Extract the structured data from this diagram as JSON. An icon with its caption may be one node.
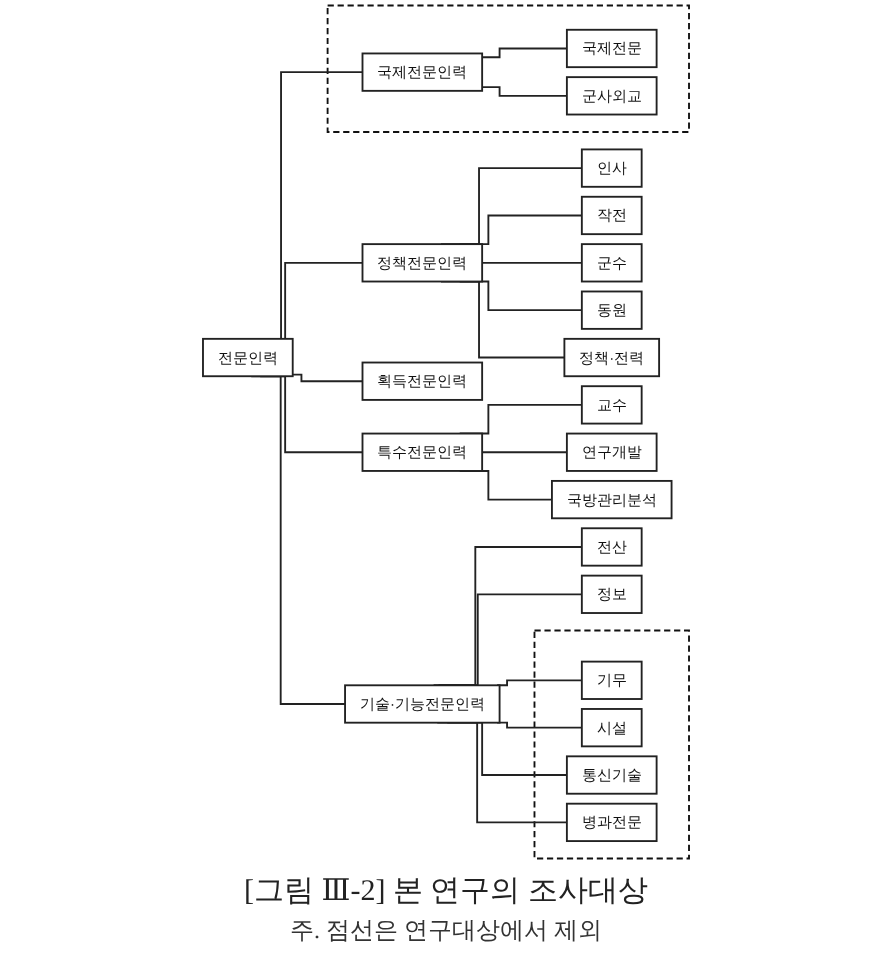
{
  "diagram": {
    "caption": "[그림 Ⅲ-2] 본 연구의 조사대상",
    "nodes": [
      {
        "text": [
          "전문인력"
        ]
      },
      {
        "text": [
          "정책전문인력"
        ]
      },
      {
        "text": [
          "인사"
        ]
      },
      {
        "text": [
          "작전"
        ]
      },
      {
        "text": [
          "군수"
        ]
      },
      {
        "text": [
          "동원"
        ]
      },
      {
        "text": [
          "정책·전력"
        ]
      },
      {
        "text": [
          "특수전문인력"
        ]
      },
      {
        "text": [
          "교수"
        ]
      },
      {
        "text": [
          "연구개발"
        ]
      },
      {
        "text": [
          "국방관리분석"
        ]
      },
      {
        "text": [
          "기술·기능전문인력"
        ]
      },
      {
        "text": [
          "전산"
        ]
      },
      {
        "text": [
          "정보"
        ]
      },
      {
        "text": [],
        "shape": "box"
      },
      {
        "text": [
          "기무"
        ],
        "in": 14
      },
      {
        "text": [
          "시설"
        ],
        "in": 14
      },
      {
        "text": [
          "통신기술"
        ],
        "in": 14
      },
      {
        "text": [
          "병과전문"
        ],
        "in": 14
      },
      {
        "text": [],
        "shape": "box"
      },
      {
        "text": [
          "국제전문인력"
        ],
        "in": 19
      },
      {
        "text": [
          "국제전문"
        ],
        "in": 19
      },
      {
        "text": [
          "군사외교"
        ],
        "in": 19
      },
      {
        "text": [
          "획득전문인력"
        ]
      }
    ],
    "edges": [
      {
        "from": 0,
        "to": 1,
        "arrow": "none"
      },
      {
        "from": 0,
        "to": 7,
        "arrow": "none"
      },
      {
        "from": 0,
        "to": 11,
        "arrow": "none"
      },
      {
        "from": 0,
        "to": 20,
        "arrow": "none"
      },
      {
        "from": 0,
        "to": 23,
        "arrow": "none"
      },
      {
        "from": 1,
        "to": 2,
        "arrow": "none"
      },
      {
        "from": 1,
        "to": 3,
        "arrow": "none"
      },
      {
        "from": 1,
        "to": 4,
        "arrow": "none"
      },
      {
        "from": 1,
        "to": 5,
        "arrow": "none"
      },
      {
        "from": 1,
        "to": 6,
        "arrow": "none"
      },
      {
        "from": 7,
        "to": 8,
        "arrow": "none"
      },
      {
        "from": 7,
        "to": 9,
        "arrow": "none"
      },
      {
        "from": 7,
        "to": 10,
        "arrow": "none"
      },
      {
        "from": 11,
        "to": 12,
        "arrow": "none"
      },
      {
        "from": 11,
        "to": 13,
        "arrow": "none"
      },
      {
        "from": 11,
        "to": 15,
        "arrow": "none"
      },
      {
        "from": 11,
        "to": 16,
        "arrow": "none"
      },
      {
        "from": 11,
        "to": 17,
        "arrow": "none"
      },
      {
        "from": 11,
        "to": 18,
        "arrow": "none"
      },
      {
        "from": 20,
        "to": 21,
        "arrow": "none"
      },
      {
        "from": 20,
        "to": 22,
        "arrow": "none"
      }
    ],
    "labels": [
      "주. 점선은 연구대상에서 제외"
    ]
  }
}
